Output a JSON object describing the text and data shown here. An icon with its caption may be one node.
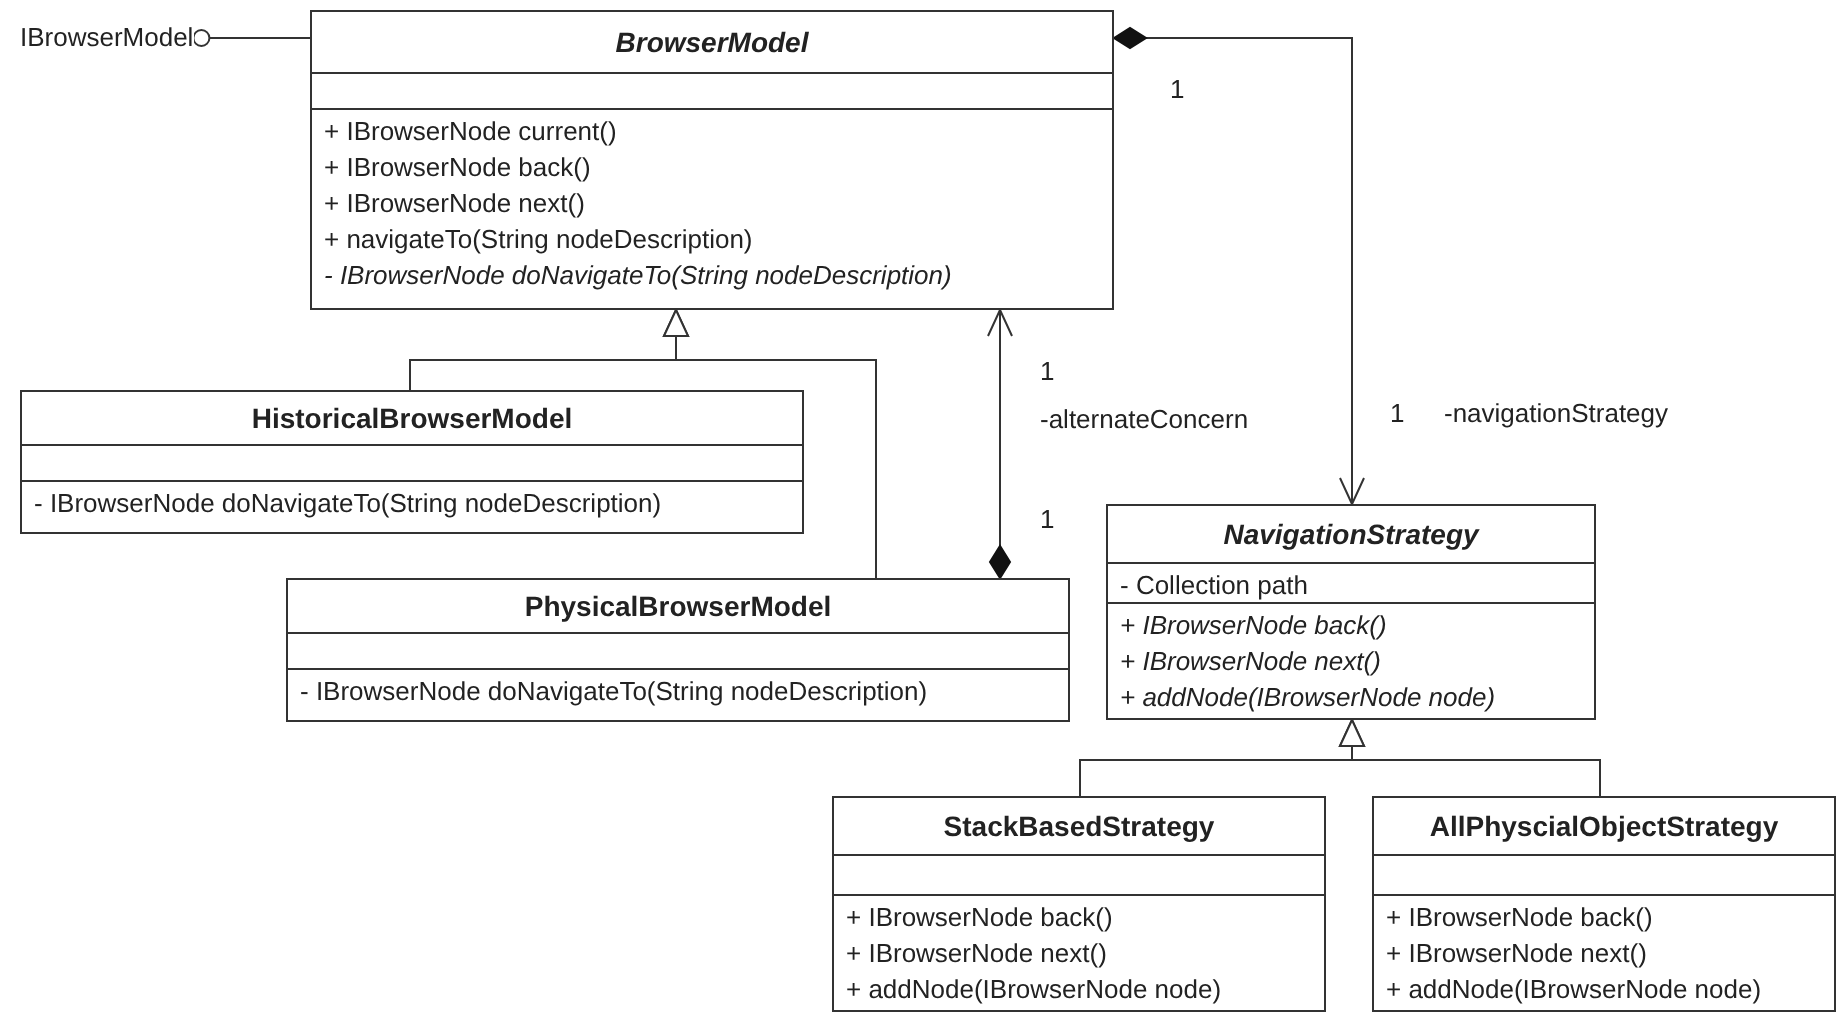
{
  "diagram": {
    "nodes": [
      {
        "text": [
          "IBrowserModel"
        ]
      },
      {
        "text": [
          "BrowserModel",
          "+ IBrowserNode current()",
          "+ IBrowserNode back()",
          "+ IBrowserNode next()",
          "+ navigateTo(String nodeDescription)",
          "- IBrowserNode doNavigateTo(String nodeDescription)"
        ]
      },
      {
        "text": [
          "HistoricalBrowserModel",
          "- IBrowserNode doNavigateTo(String nodeDescription)"
        ]
      },
      {
        "text": [
          "PhysicalBrowserModel",
          "- IBrowserNode doNavigateTo(String nodeDescription)"
        ]
      },
      {
        "text": [
          "NavigationStrategy",
          "- Collection path",
          "+ IBrowserNode back()",
          "+ IBrowserNode next()",
          "+ addNode(IBrowserNode node)"
        ]
      },
      {
        "text": [
          "StackBasedStrategy",
          "+ IBrowserNode back()",
          "+ IBrowserNode next()",
          "+ addNode(IBrowserNode node)"
        ]
      },
      {
        "text": [
          "AllPhyscialObjectStrategy",
          "+ IBrowserNode back()",
          "+ IBrowserNode next()",
          "+ addNode(IBrowserNode node)"
        ]
      }
    ],
    "edges": [
      {
        "from": 0,
        "to": 1,
        "arrow": "other"
      },
      {
        "from": 2,
        "to": 1,
        "arrow": "to"
      },
      {
        "from": 3,
        "to": 1,
        "arrow": "to"
      },
      {
        "from": 1,
        "to": 4,
        "arrow": "to",
        "label": "-navigationStrategy"
      },
      {
        "from": 3,
        "to": 1,
        "arrow": "to",
        "label": "-alternateConcern"
      },
      {
        "from": 5,
        "to": 4,
        "arrow": "to"
      },
      {
        "from": 6,
        "to": 4,
        "arrow": "to"
      }
    ],
    "labels": [
      "1",
      "1",
      "1",
      "1"
    ]
  }
}
